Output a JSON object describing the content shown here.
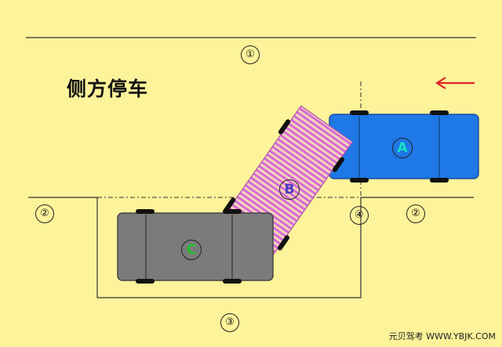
{
  "title": "侧方停车",
  "zones": {
    "road": "①",
    "curb_left": "②",
    "curb_right": "②",
    "bay_bottom": "③",
    "marker_line": "④"
  },
  "cars": {
    "a": {
      "label": "A",
      "body_color": "#1e78e6",
      "label_color": "#18e2c4"
    },
    "b": {
      "label": "B",
      "stripe_color": "#d56ad8",
      "label_color": "#4a3fc0"
    },
    "c": {
      "label": "C",
      "body_color": "#7b7b7b",
      "label_color": "#22c22a"
    }
  },
  "arrow": {
    "color": "#e0242a"
  },
  "watermark": "元贝驾考 WWW.YBJK.COM"
}
